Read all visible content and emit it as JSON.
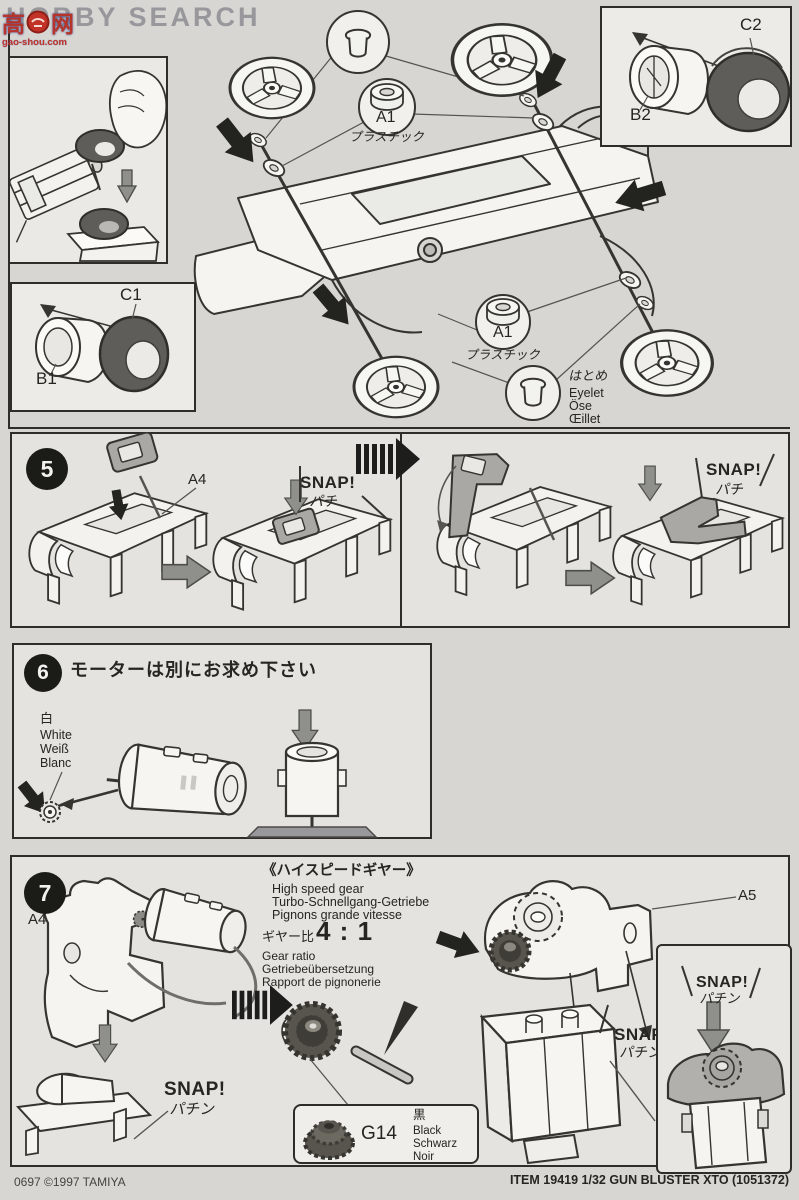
{
  "watermark": {
    "hobby_search": "HOBBY SEARCH",
    "logo_char_left": "高",
    "logo_char_right": "网",
    "logo_url": "gao-shou.com"
  },
  "top_section": {
    "inset_b2c2": {
      "hub": "B2",
      "tire": "C2"
    },
    "inset_b1c1": {
      "hub": "B1",
      "tire": "C1"
    },
    "a1_upper": {
      "code": "A1",
      "material": "プラスチック"
    },
    "a1_lower": {
      "code": "A1",
      "material": "プラスチック"
    },
    "eyelet": {
      "jp": "はとめ",
      "en": "Eyelet",
      "de": "Öse",
      "fr": "Œillet"
    }
  },
  "step5": {
    "number": "5",
    "part_a4": "A4",
    "snap_left": {
      "en": "SNAP!",
      "jp": "パチ"
    },
    "snap_right": {
      "en": "SNAP!",
      "jp": "パチ"
    }
  },
  "step6": {
    "number": "6",
    "title": "モーターは別にお求め下さい",
    "pinion_color": {
      "jp": "白",
      "en": "White",
      "de": "Weiß",
      "fr": "Blanc"
    }
  },
  "step7": {
    "number": "7",
    "part_a4": "A4",
    "part_a5": "A5",
    "gear_info": {
      "heading_jp": "《ハイスピードギヤー》",
      "heading_en": "High speed gear",
      "heading_de": "Turbo-Schnellgang-Getriebe",
      "heading_fr": "Pignons grande vitesse",
      "ratio_label_jp": "ギヤー比",
      "ratio_value": "4 : 1",
      "ratio_label_en": "Gear ratio",
      "ratio_label_de": "Getriebeübersetzung",
      "ratio_label_fr": "Rapport de pignonerie"
    },
    "g14": {
      "code": "G14",
      "color_jp": "黒",
      "color_en": "Black",
      "color_de": "Schwarz",
      "color_fr": "Noir"
    },
    "snap_bottom_left": {
      "en": "SNAP!",
      "jp": "パチン"
    },
    "snap_center": {
      "en": "SNAP!",
      "jp": "パチン"
    },
    "snap_detail": {
      "en": "SNAP!",
      "jp": "パチン"
    }
  },
  "footer": {
    "left": "0697  ©1997 TAMIYA",
    "right": "ITEM 19419  1/32 GUN BLUSTER XTO (1051372)"
  },
  "colors": {
    "paper": "#d7d6d3",
    "panel": "#e4e3e0",
    "ink": "#2e2d2a",
    "tire_dark": "#5e5d5a",
    "arrow_gray": "#8f8f8b",
    "stamp_red": "#b5352a",
    "stamp_blue": "#2b3f96"
  }
}
